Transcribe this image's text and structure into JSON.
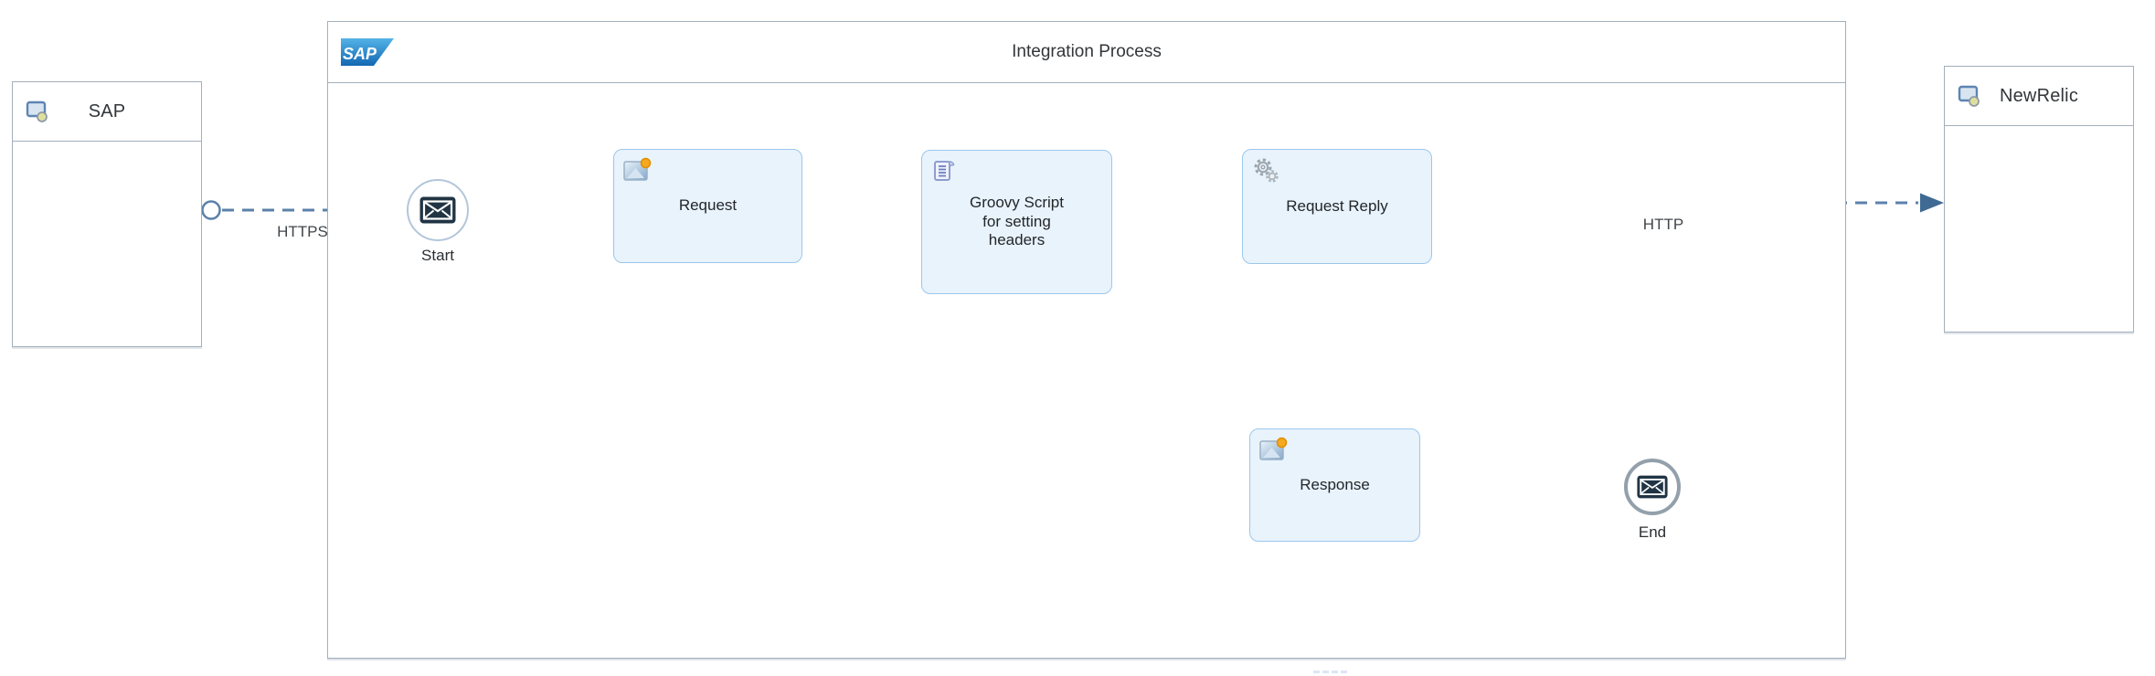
{
  "participants": {
    "sender": {
      "label": "SAP",
      "icon": "participant-system-icon"
    },
    "receiver": {
      "label": "NewRelic",
      "icon": "participant-system-icon"
    }
  },
  "process": {
    "title": "Integration Process",
    "logo_text": "SAP",
    "logo_icon": "sap-logo"
  },
  "events": {
    "start": {
      "label": "Start",
      "icon": "envelope-icon"
    },
    "end": {
      "label": "End",
      "icon": "envelope-icon"
    }
  },
  "activities": {
    "request": {
      "label": "Request",
      "icon": "content-modifier-icon"
    },
    "groovy": {
      "label": "Groovy Script for setting headers",
      "lines": [
        "Groovy Script",
        "for setting",
        "headers"
      ],
      "icon": "script-icon"
    },
    "request_reply": {
      "label": "Request Reply",
      "icon": "gears-icon"
    },
    "response": {
      "label": "Response",
      "icon": "content-modifier-icon"
    }
  },
  "message_flows": {
    "https": {
      "label": "HTTPS",
      "style": "dashed"
    },
    "http": {
      "label": "HTTP",
      "style": "dashed"
    }
  },
  "colors": {
    "activity_fill": "#e8f3fc",
    "activity_border": "#9cc7ed",
    "connector_line": "#6f94b8",
    "arrowhead": "#3f6a93",
    "dashed_flow": "#5b81ab",
    "pool_border": "#a3afba",
    "title_text": "#32363a",
    "envelope_dark": "#203444",
    "sap_logo_blue": "#1268b3",
    "sun_orange": "#f6a821"
  }
}
